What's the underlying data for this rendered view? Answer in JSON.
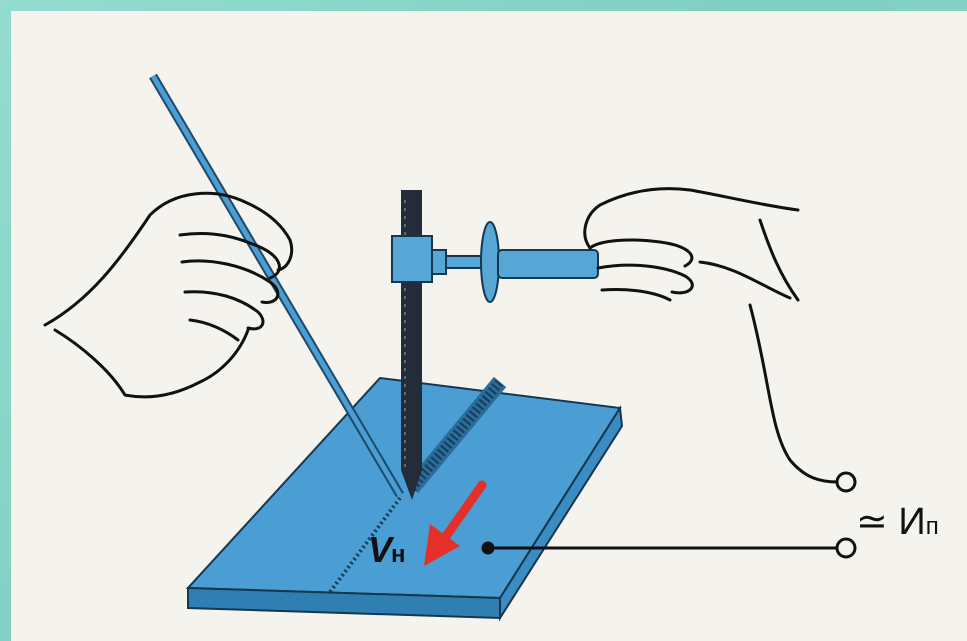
{
  "labels": {
    "speed_symbol": "V",
    "speed_subscript": "н",
    "voltage_prefix": "≃",
    "voltage_symbol": "И",
    "voltage_subscript": "п"
  },
  "colors": {
    "plate": "#4b9ed3",
    "plate_edge": "#2f7fb3",
    "electrode": "#232c38",
    "holder": "#56a6d6",
    "arrow": "#e3302b",
    "frame": "#86d3c8",
    "sheet": "#f4f3ee"
  },
  "icons": [
    "left-hand-icon",
    "right-hand-icon",
    "filler-rod-icon",
    "electrode-holder-icon",
    "direction-arrow-icon",
    "terminal-icon"
  ]
}
